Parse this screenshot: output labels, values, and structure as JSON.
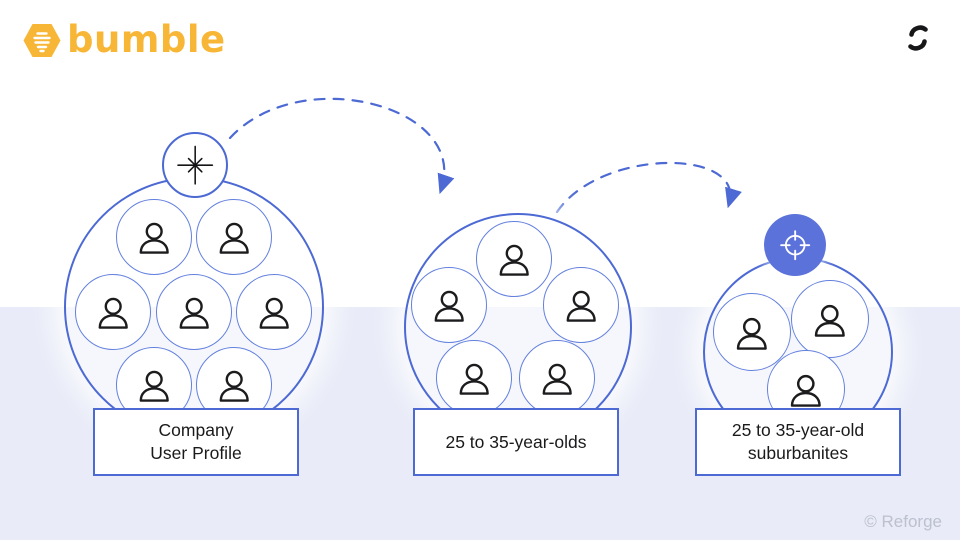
{
  "theme": {
    "accent_blue": "#4C69D4",
    "member_stroke": "#6380DE",
    "badge_fill": "#5B72DB",
    "bumble_yellow": "#F8B637",
    "band": "#E9ECF8",
    "ink": "#1A1A1C",
    "muted": "#BCC0CF"
  },
  "header": {
    "brand_name": "bumble",
    "brand_logo_icon": "bumble-hive-icon",
    "partner_logo_icon": "reforge-logo-icon"
  },
  "diagram": {
    "stages": [
      {
        "label_lines": [
          "Company",
          "User Profile"
        ],
        "member_count": 7,
        "badge_icon": "sparkle-icon"
      },
      {
        "label_lines": [
          "25 to 35-year-olds"
        ],
        "member_count": 5,
        "badge_icon": null
      },
      {
        "label_lines": [
          "25 to 35-year-old",
          "suburbanites"
        ],
        "member_count": 3,
        "badge_icon": "target-icon"
      }
    ],
    "arrow_icon": "dashed-arrow-icon"
  },
  "footer": {
    "copyright": "© Reforge"
  }
}
